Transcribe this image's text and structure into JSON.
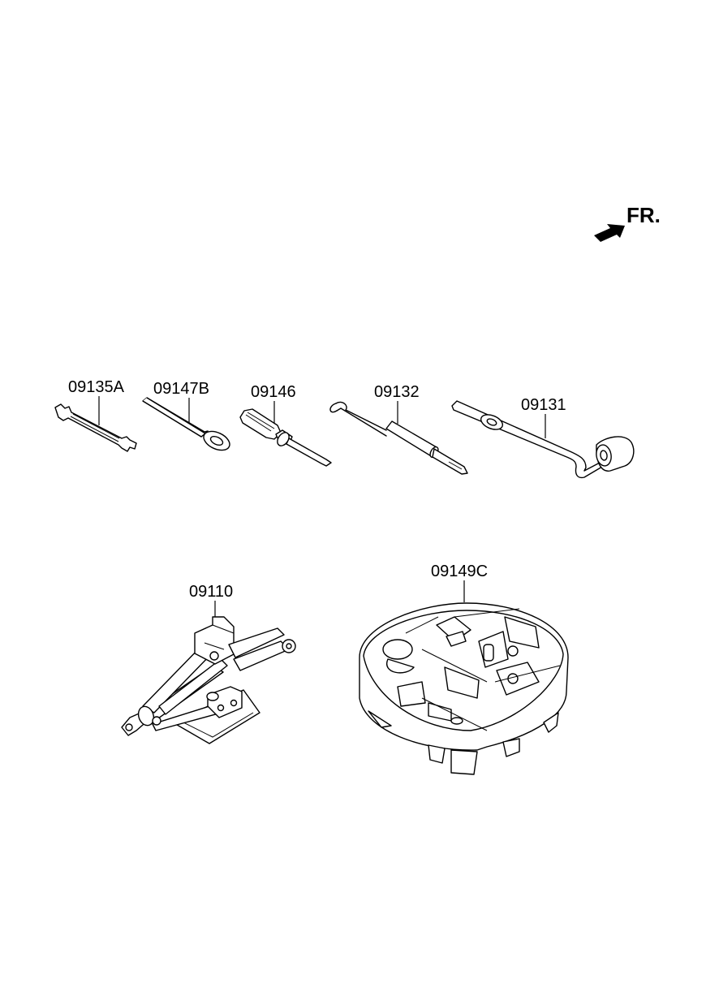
{
  "front_indicator": {
    "label": "FR.",
    "icon": "arrow-icon"
  },
  "parts": [
    {
      "id": "wrench",
      "number": "09135A"
    },
    {
      "id": "tow-hook-tool",
      "number": "09147B"
    },
    {
      "id": "screwdriver",
      "number": "09146"
    },
    {
      "id": "hook-driver",
      "number": "09132"
    },
    {
      "id": "lug-wrench",
      "number": "09131"
    },
    {
      "id": "jack",
      "number": "09110"
    },
    {
      "id": "tool-tray",
      "number": "09149C"
    }
  ]
}
